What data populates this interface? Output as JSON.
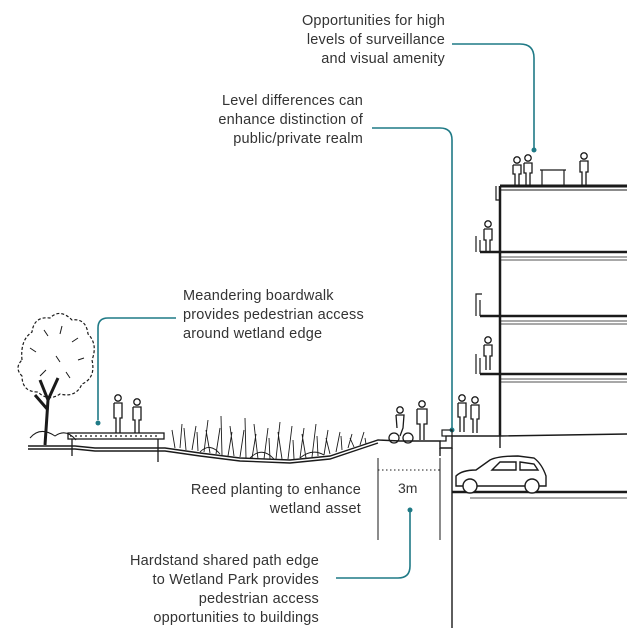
{
  "callouts": {
    "surveillance": "Opportunities for high\nlevels of surveillance\nand visual amenity",
    "level_differences": "Level differences can\nenhance distinction of\npublic/private realm",
    "boardwalk": "Meandering boardwalk\nprovides pedestrian access\naround wetland edge",
    "reed_planting": "Reed planting to enhance\nwetland asset",
    "hardstand_path": "Hardstand shared path edge\nto Wetland Park provides\npedestrian access\nopportunities to buildings"
  },
  "dimension": {
    "path_width": "3m"
  },
  "colors": {
    "leader": "#1f7a86",
    "sketch": "#1a1a1a",
    "text": "#333333"
  }
}
